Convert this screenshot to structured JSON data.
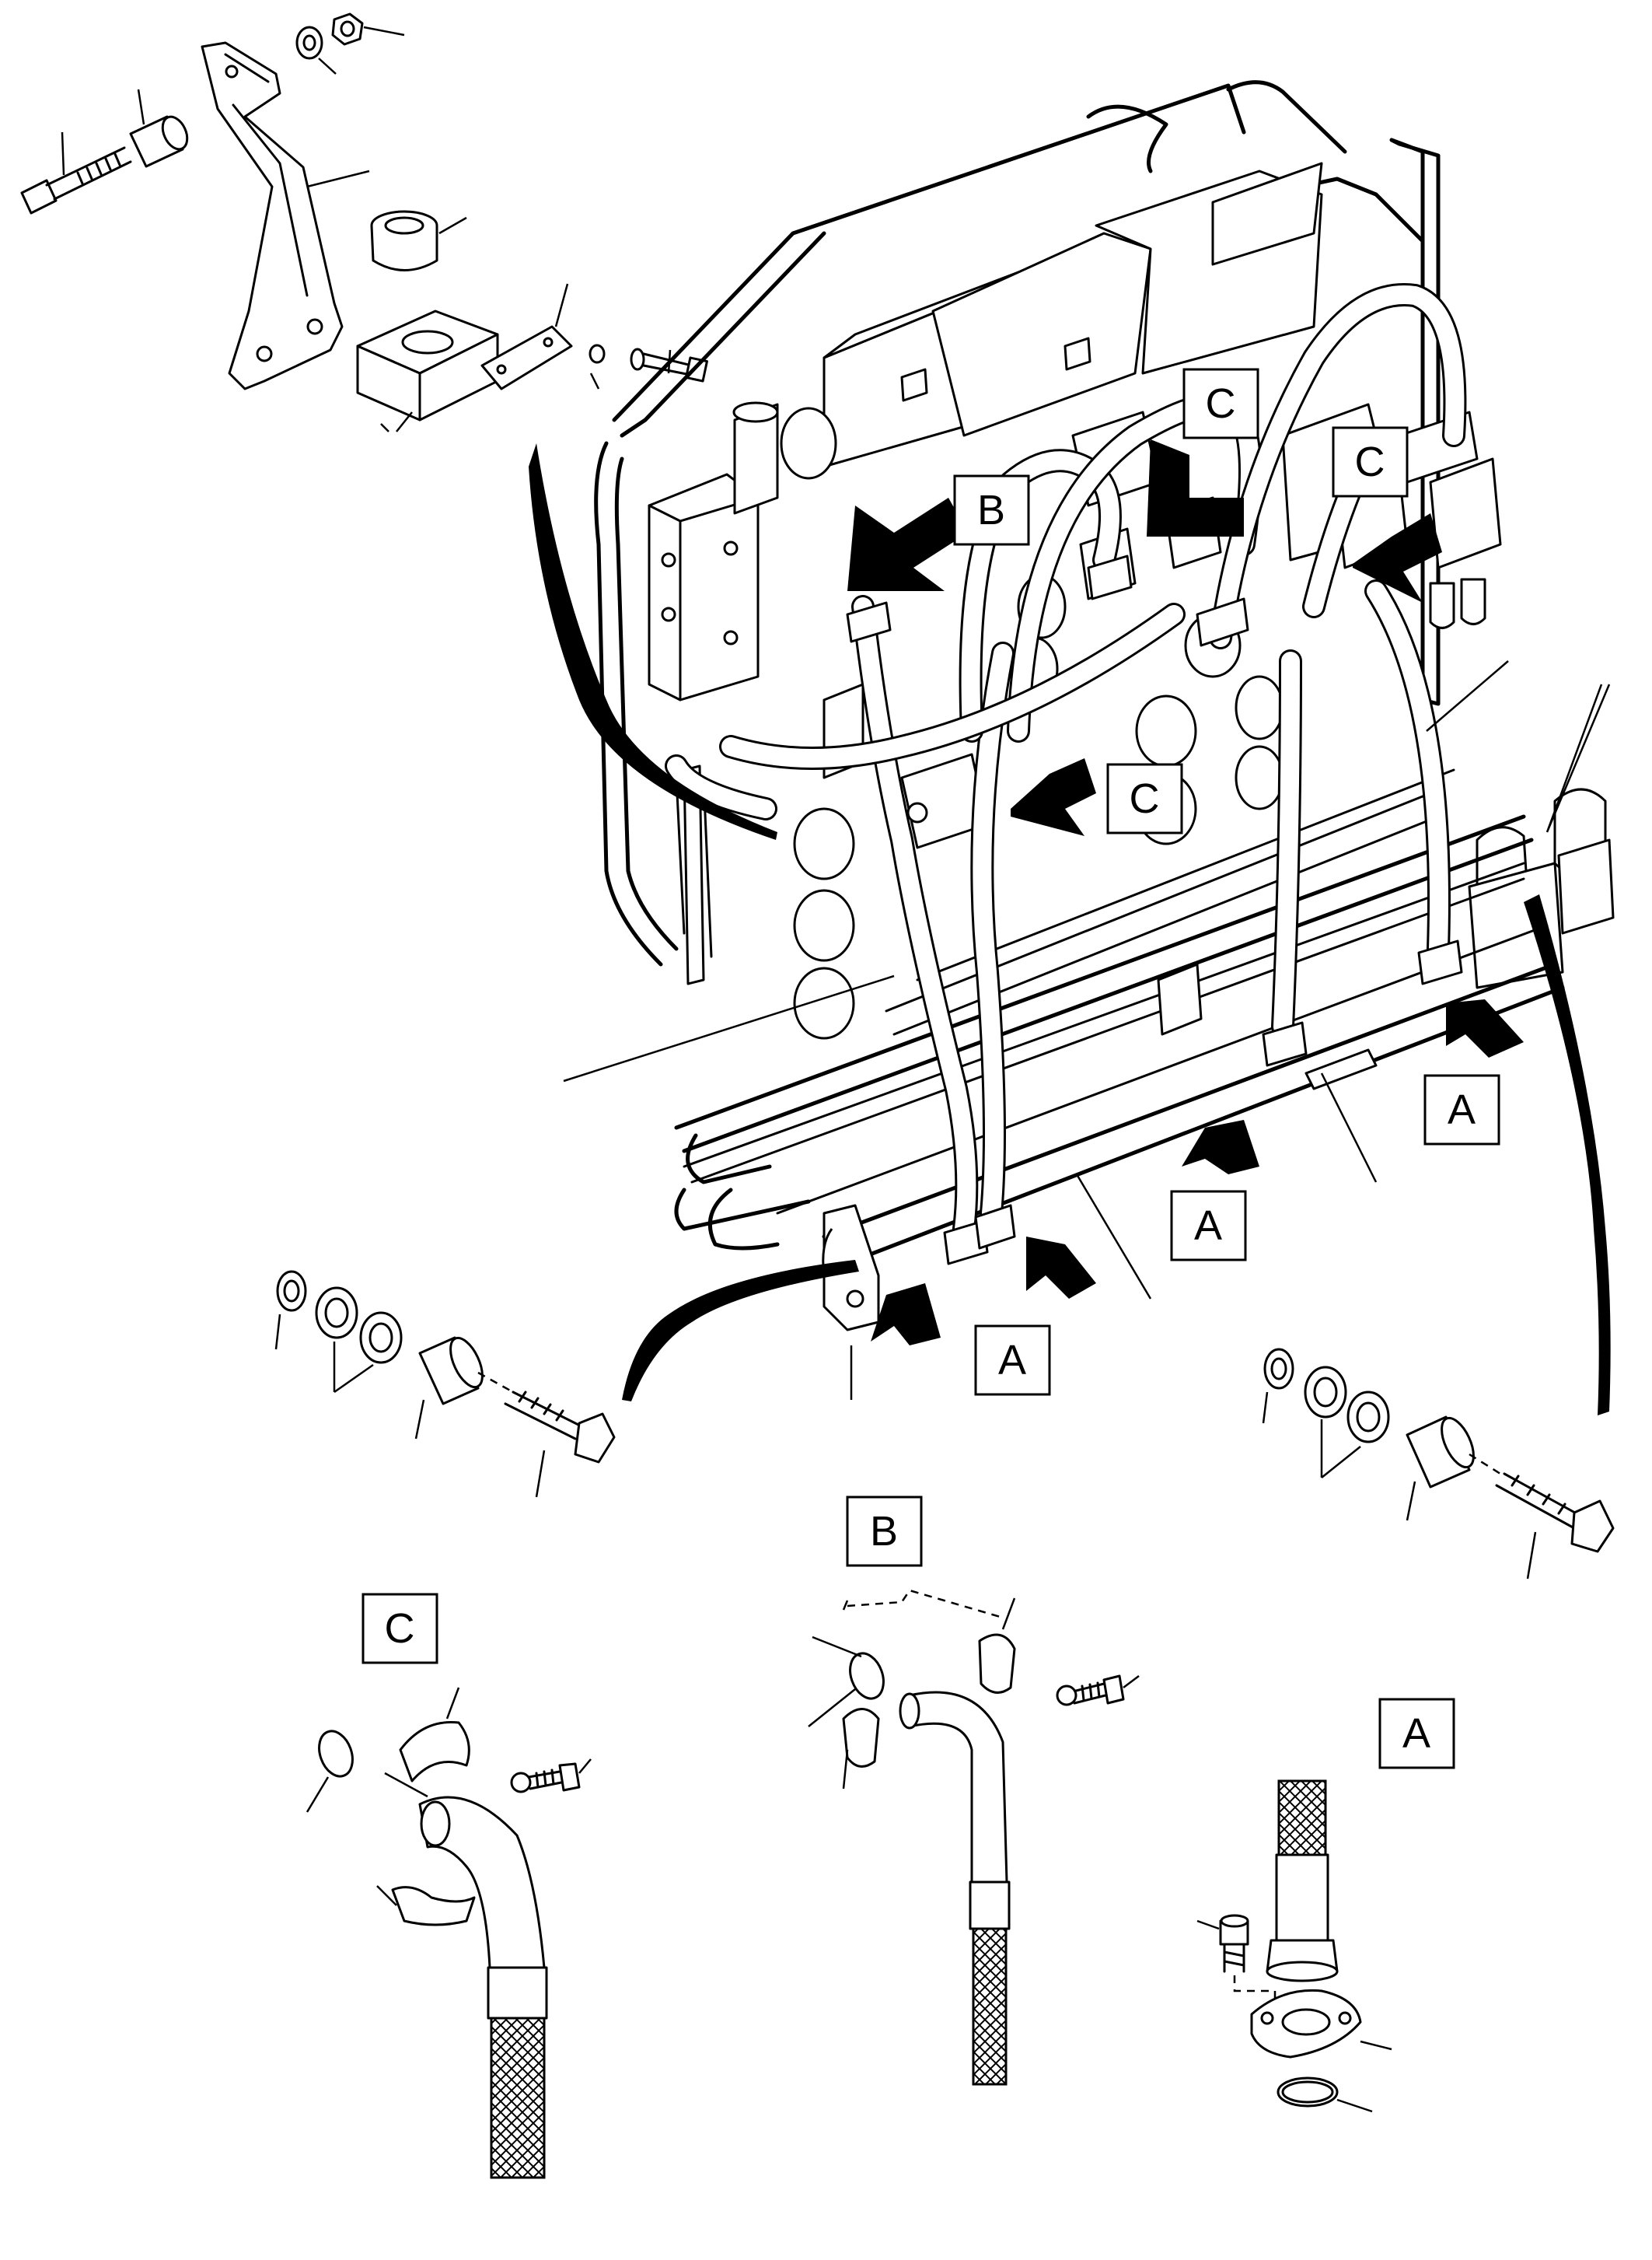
{
  "callouts": {
    "main_b": "B",
    "main_c1": "C",
    "main_c2": "C",
    "main_c3": "C",
    "main_a1": "A",
    "main_a2": "A",
    "main_a3": "A",
    "detail_b": "B",
    "detail_c": "C",
    "detail_a": "A"
  }
}
